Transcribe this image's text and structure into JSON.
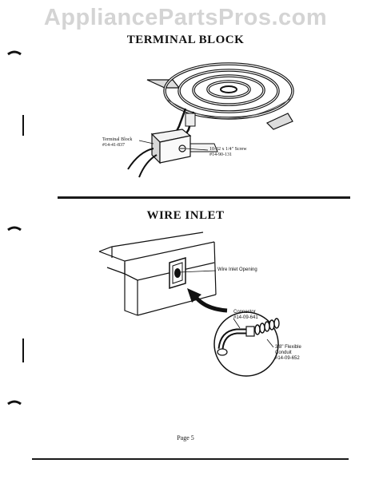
{
  "watermark": "AppliancePartsPros.com",
  "terminal_block": {
    "title": "TERMINAL BLOCK",
    "callouts": {
      "block_name": "Terminal Block",
      "block_part": "#14-41-837",
      "screw_name": "10-32 x 1/4\" Screw",
      "screw_part": "#14-90-131"
    }
  },
  "wire_inlet": {
    "title": "WIRE INLET",
    "callouts": {
      "opening": "Wire Inlet Opening",
      "connector_name": "Connector",
      "connector_part": "#14-09-641",
      "conduit_name_1": "3/8\" Flexible",
      "conduit_name_2": "Conduit",
      "conduit_part": "#14-09-652"
    }
  },
  "footer": {
    "page_label": "Page 5"
  }
}
